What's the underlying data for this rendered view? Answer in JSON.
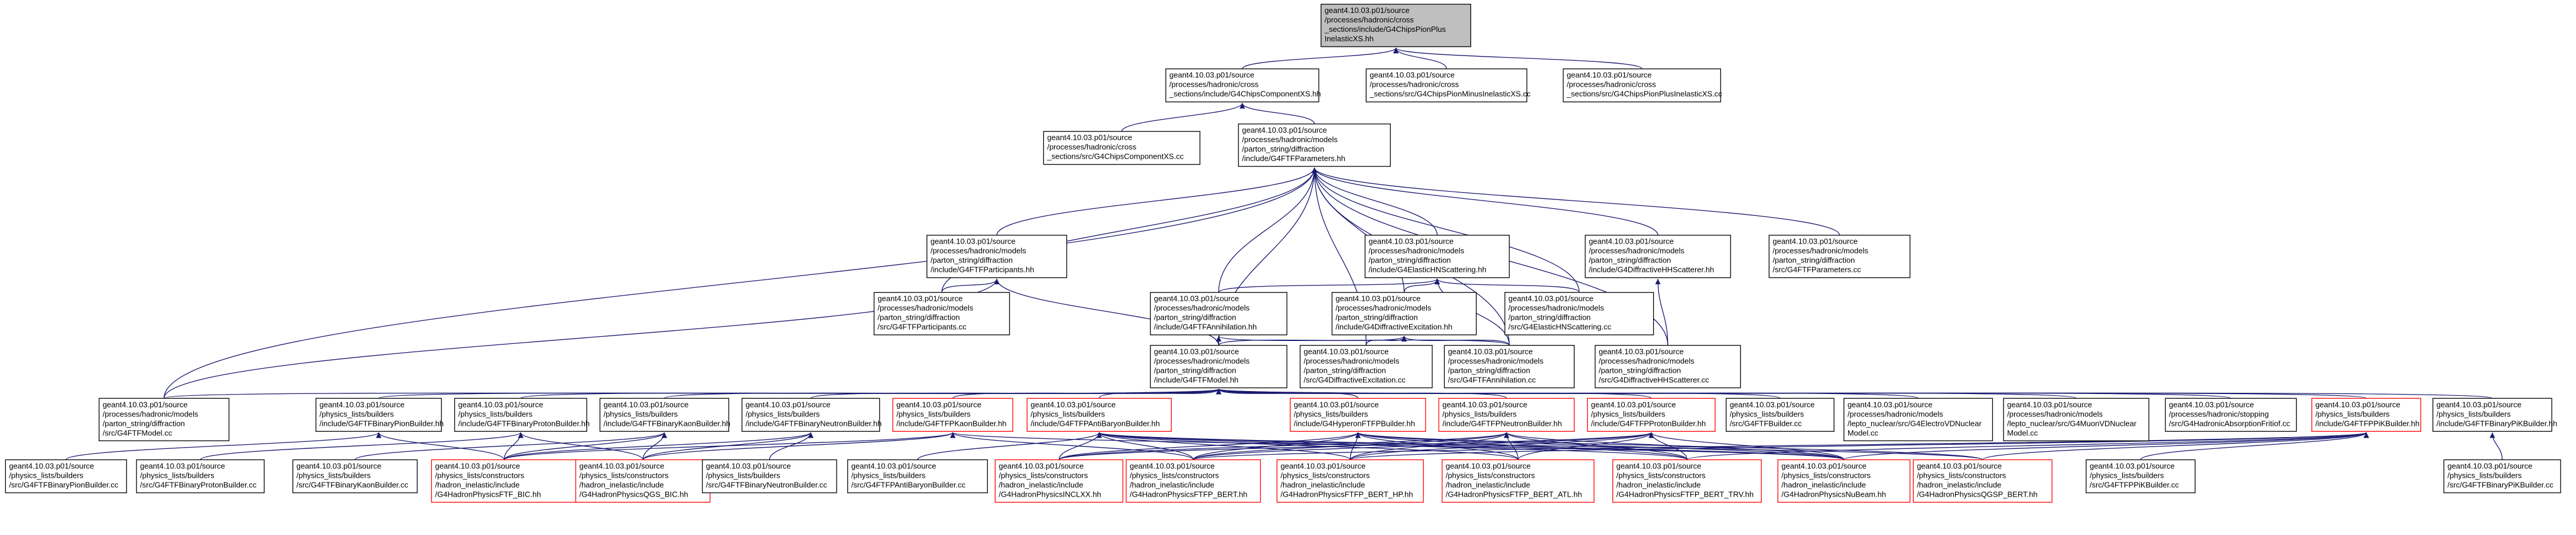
{
  "colors": {
    "edge": "#191970",
    "root_fill": "#bfbfbf",
    "red_border": "#ff0000"
  },
  "nodes": [
    {
      "id": "root",
      "style": "root",
      "lines": [
        "geant4.10.03.p01/source",
        "/processes/hadronic/cross",
        "_sections/include/G4ChipsPionPlus",
        "InelasticXS.hh"
      ]
    },
    {
      "id": "chipsComp_hh",
      "lines": [
        "geant4.10.03.p01/source",
        "/processes/hadronic/cross",
        "_sections/include/G4ChipsComponentXS.hh"
      ]
    },
    {
      "id": "chipsPionMinus_cc",
      "lines": [
        "geant4.10.03.p01/source",
        "/processes/hadronic/cross",
        "_sections/src/G4ChipsPionMinusInelasticXS.cc"
      ]
    },
    {
      "id": "chipsPionPlus_cc",
      "lines": [
        "geant4.10.03.p01/source",
        "/processes/hadronic/cross",
        "_sections/src/G4ChipsPionPlusInelasticXS.cc"
      ]
    },
    {
      "id": "chipsComp_cc",
      "lines": [
        "geant4.10.03.p01/source",
        "/processes/hadronic/cross",
        "_sections/src/G4ChipsComponentXS.cc"
      ]
    },
    {
      "id": "ftfParams_hh",
      "lines": [
        "geant4.10.03.p01/source",
        "/processes/hadronic/models",
        "/parton_string/diffraction",
        "/include/G4FTFParameters.hh"
      ]
    },
    {
      "id": "ftfParticipants_hh",
      "lines": [
        "geant4.10.03.p01/source",
        "/processes/hadronic/models",
        "/parton_string/diffraction",
        "/include/G4FTFParticipants.hh"
      ]
    },
    {
      "id": "elasticHN_hh",
      "lines": [
        "geant4.10.03.p01/source",
        "/processes/hadronic/models",
        "/parton_string/diffraction",
        "/include/G4ElasticHNScattering.hh"
      ]
    },
    {
      "id": "diffHH_hh",
      "lines": [
        "geant4.10.03.p01/source",
        "/processes/hadronic/models",
        "/parton_string/diffraction",
        "/include/G4DiffractiveHHScatterer.hh"
      ]
    },
    {
      "id": "ftfParams_cc",
      "lines": [
        "geant4.10.03.p01/source",
        "/processes/hadronic/models",
        "/parton_string/diffraction",
        "/src/G4FTFParameters.cc"
      ]
    },
    {
      "id": "ftfParticipants_cc",
      "lines": [
        "geant4.10.03.p01/source",
        "/processes/hadronic/models",
        "/parton_string/diffraction",
        "/src/G4FTFParticipants.cc"
      ]
    },
    {
      "id": "ftfAnnih_hh",
      "lines": [
        "geant4.10.03.p01/source",
        "/processes/hadronic/models",
        "/parton_string/diffraction",
        "/include/G4FTFAnnihilation.hh"
      ]
    },
    {
      "id": "diffExc_hh",
      "lines": [
        "geant4.10.03.p01/source",
        "/processes/hadronic/models",
        "/parton_string/diffraction",
        "/include/G4DiffractiveExcitation.hh"
      ]
    },
    {
      "id": "elasticHN_cc",
      "lines": [
        "geant4.10.03.p01/source",
        "/processes/hadronic/models",
        "/parton_string/diffraction",
        "/src/G4ElasticHNScattering.cc"
      ]
    },
    {
      "id": "ftfModel_hh",
      "lines": [
        "geant4.10.03.p01/source",
        "/processes/hadronic/models",
        "/parton_string/diffraction",
        "/include/G4FTFModel.hh"
      ]
    },
    {
      "id": "diffExc_cc",
      "lines": [
        "geant4.10.03.p01/source",
        "/processes/hadronic/models",
        "/parton_string/diffraction",
        "/src/G4DiffractiveExcitation.cc"
      ]
    },
    {
      "id": "ftfAnnih_cc",
      "lines": [
        "geant4.10.03.p01/source",
        "/processes/hadronic/models",
        "/parton_string/diffraction",
        "/src/G4FTFAnnihilation.cc"
      ]
    },
    {
      "id": "diffHH_cc",
      "lines": [
        "geant4.10.03.p01/source",
        "/processes/hadronic/models",
        "/parton_string/diffraction",
        "/src/G4DiffractiveHHScatterer.cc"
      ]
    },
    {
      "id": "ftfModel_cc",
      "lines": [
        "geant4.10.03.p01/source",
        "/processes/hadronic/models",
        "/parton_string/diffraction",
        "/src/G4FTFModel.cc"
      ]
    },
    {
      "id": "binPion_hh",
      "lines": [
        "geant4.10.03.p01/source",
        "/physics_lists/builders",
        "/include/G4FTFBinaryPionBuilder.hh"
      ]
    },
    {
      "id": "binProton_hh",
      "lines": [
        "geant4.10.03.p01/source",
        "/physics_lists/builders",
        "/include/G4FTFBinaryProtonBuilder.hh"
      ]
    },
    {
      "id": "binKaon_hh",
      "lines": [
        "geant4.10.03.p01/source",
        "/physics_lists/builders",
        "/include/G4FTFBinaryKaonBuilder.hh"
      ]
    },
    {
      "id": "binNeutron_hh",
      "lines": [
        "geant4.10.03.p01/source",
        "/physics_lists/builders",
        "/include/G4FTFBinaryNeutronBuilder.hh"
      ]
    },
    {
      "id": "kaon_hh",
      "style": "red",
      "lines": [
        "geant4.10.03.p01/source",
        "/physics_lists/builders",
        "/include/G4FTFPKaonBuilder.hh"
      ]
    },
    {
      "id": "antiBaryon_hh",
      "style": "red",
      "lines": [
        "geant4.10.03.p01/source",
        "/physics_lists/builders",
        "/include/G4FTFPAntiBaryonBuilder.hh"
      ]
    },
    {
      "id": "hyperon_hh",
      "style": "red",
      "lines": [
        "geant4.10.03.p01/source",
        "/physics_lists/builders",
        "/include/G4HyperonFTFPBuilder.hh"
      ]
    },
    {
      "id": "neutron_hh",
      "style": "red",
      "lines": [
        "geant4.10.03.p01/source",
        "/physics_lists/builders",
        "/include/G4FTFPNeutronBuilder.hh"
      ]
    },
    {
      "id": "proton_hh",
      "style": "red",
      "lines": [
        "geant4.10.03.p01/source",
        "/physics_lists/builders",
        "/include/G4FTFPProtonBuilder.hh"
      ]
    },
    {
      "id": "ftfBuilder_cc",
      "lines": [
        "geant4.10.03.p01/source",
        "/physics_lists/builders",
        "/src/G4FTFBuilder.cc"
      ]
    },
    {
      "id": "electroVD_cc",
      "lines": [
        "geant4.10.03.p01/source",
        "/processes/hadronic/models",
        "/lepto_nuclear/src/G4ElectroVDNuclear",
        "Model.cc"
      ]
    },
    {
      "id": "muonVD_cc",
      "lines": [
        "geant4.10.03.p01/source",
        "/processes/hadronic/models",
        "/lepto_nuclear/src/G4MuonVDNuclear",
        "Model.cc"
      ]
    },
    {
      "id": "absFritiof_cc",
      "lines": [
        "geant4.10.03.p01/source",
        "/processes/hadronic/stopping",
        "/src/G4HadronicAbsorptionFritiof.cc"
      ]
    },
    {
      "id": "pik_hh",
      "style": "red",
      "lines": [
        "geant4.10.03.p01/source",
        "/physics_lists/builders",
        "/include/G4FTFPPiKBuilder.hh"
      ]
    },
    {
      "id": "binPiK_hh",
      "lines": [
        "geant4.10.03.p01/source",
        "/physics_lists/builders",
        "/include/G4FTFBinaryPiKBuilder.hh"
      ]
    },
    {
      "id": "binPion_cc",
      "lines": [
        "geant4.10.03.p01/source",
        "/physics_lists/builders",
        "/src/G4FTFBinaryPionBuilder.cc"
      ]
    },
    {
      "id": "binProton_cc",
      "lines": [
        "geant4.10.03.p01/source",
        "/physics_lists/builders",
        "/src/G4FTFBinaryProtonBuilder.cc"
      ]
    },
    {
      "id": "bic_hh",
      "style": "red",
      "lines": [
        "geant4.10.03.p01/source",
        "/physics_lists/constructors",
        "/hadron_inelastic/include",
        "/G4HadronPhysicsFTF_BIC.hh"
      ]
    },
    {
      "id": "binKaon_cc",
      "lines": [
        "geant4.10.03.p01/source",
        "/physics_lists/builders",
        "/src/G4FTFBinaryKaonBuilder.cc"
      ]
    },
    {
      "id": "qgsbic_hh",
      "style": "red",
      "lines": [
        "geant4.10.03.p01/source",
        "/physics_lists/constructors",
        "/hadron_inelastic/include",
        "/G4HadronPhysicsQGS_BIC.hh"
      ]
    },
    {
      "id": "binNeutron_cc",
      "lines": [
        "geant4.10.03.p01/source",
        "/physics_lists/builders",
        "/src/G4FTFBinaryNeutronBuilder.cc"
      ]
    },
    {
      "id": "antiBaryon_cc",
      "lines": [
        "geant4.10.03.p01/source",
        "/physics_lists/builders",
        "/src/G4FTFPAntiBaryonBuilder.cc"
      ]
    },
    {
      "id": "inclxx_hh",
      "style": "red",
      "lines": [
        "geant4.10.03.p01/source",
        "/physics_lists/constructors",
        "/hadron_inelastic/include",
        "/G4HadronPhysicsINCLXX.hh"
      ]
    },
    {
      "id": "ftfpbert_hh",
      "style": "red",
      "lines": [
        "geant4.10.03.p01/source",
        "/physics_lists/constructors",
        "/hadron_inelastic/include",
        "/G4HadronPhysicsFTFP_BERT.hh"
      ]
    },
    {
      "id": "bert_hp_hh",
      "style": "red",
      "lines": [
        "geant4.10.03.p01/source",
        "/physics_lists/constructors",
        "/hadron_inelastic/include",
        "/G4HadronPhysicsFTFP_BERT_HP.hh"
      ]
    },
    {
      "id": "bert_atl_hh",
      "style": "red",
      "lines": [
        "geant4.10.03.p01/source",
        "/physics_lists/constructors",
        "/hadron_inelastic/include",
        "/G4HadronPhysicsFTFP_BERT_ATL.hh"
      ]
    },
    {
      "id": "bert_trv_hh",
      "style": "red",
      "lines": [
        "geant4.10.03.p01/source",
        "/physics_lists/constructors",
        "/hadron_inelastic/include",
        "/G4HadronPhysicsFTFP_BERT_TRV.hh"
      ]
    },
    {
      "id": "nubeam_hh",
      "style": "red",
      "lines": [
        "geant4.10.03.p01/source",
        "/physics_lists/constructors",
        "/hadron_inelastic/include",
        "/G4HadronPhysicsNuBeam.hh"
      ]
    },
    {
      "id": "qgsp_bert_hh",
      "style": "red",
      "lines": [
        "geant4.10.03.p01/source",
        "/physics_lists/constructors",
        "/hadron_inelastic/include",
        "/G4HadronPhysicsQGSP_BERT.hh"
      ]
    },
    {
      "id": "pik_cc",
      "lines": [
        "geant4.10.03.p01/source",
        "/physics_lists/builders",
        "/src/G4FTFPPiKBuilder.cc"
      ]
    },
    {
      "id": "binPiK_cc",
      "lines": [
        "geant4.10.03.p01/source",
        "/physics_lists/builders",
        "/src/G4FTFBinaryPiKBuilder.cc"
      ]
    }
  ],
  "edges": [
    [
      "chipsComp_hh",
      "root"
    ],
    [
      "chipsPionMinus_cc",
      "root"
    ],
    [
      "chipsPionPlus_cc",
      "root"
    ],
    [
      "chipsComp_cc",
      "chipsComp_hh"
    ],
    [
      "ftfParams_hh",
      "chipsComp_hh"
    ],
    [
      "ftfParticipants_hh",
      "ftfParams_hh"
    ],
    [
      "elasticHN_hh",
      "ftfParams_hh"
    ],
    [
      "diffHH_hh",
      "ftfParams_hh"
    ],
    [
      "ftfParams_cc",
      "ftfParams_hh"
    ],
    [
      "ftfParticipants_cc",
      "ftfParams_hh"
    ],
    [
      "ftfAnnih_hh",
      "ftfParams_hh"
    ],
    [
      "diffExc_hh",
      "ftfParams_hh"
    ],
    [
      "elasticHN_cc",
      "ftfParams_hh"
    ],
    [
      "ftfModel_hh",
      "ftfParams_hh"
    ],
    [
      "ftfAnnih_cc",
      "ftfParams_hh"
    ],
    [
      "diffHH_cc",
      "ftfParams_hh"
    ],
    [
      "ftfModel_cc",
      "ftfParams_hh"
    ],
    [
      "diffExc_cc",
      "ftfParams_hh"
    ],
    [
      "ftfParticipants_cc",
      "ftfParticipants_hh"
    ],
    [
      "ftfModel_hh",
      "ftfParticipants_hh"
    ],
    [
      "ftfModel_cc",
      "ftfParticipants_hh"
    ],
    [
      "ftfAnnih_hh",
      "elasticHN_hh"
    ],
    [
      "diffExc_hh",
      "elasticHN_hh"
    ],
    [
      "elasticHN_cc",
      "elasticHN_hh"
    ],
    [
      "ftfAnnih_cc",
      "elasticHN_hh"
    ],
    [
      "diffHH_cc",
      "diffHH_hh"
    ],
    [
      "ftfModel_hh",
      "ftfAnnih_hh"
    ],
    [
      "ftfAnnih_cc",
      "ftfAnnih_hh"
    ],
    [
      "ftfModel_hh",
      "diffExc_hh"
    ],
    [
      "diffExc_cc",
      "diffExc_hh"
    ],
    [
      "ftfAnnih_cc",
      "diffExc_hh"
    ],
    [
      "ftfModel_cc",
      "ftfModel_hh"
    ],
    [
      "binPion_hh",
      "ftfModel_hh"
    ],
    [
      "binProton_hh",
      "ftfModel_hh"
    ],
    [
      "binKaon_hh",
      "ftfModel_hh"
    ],
    [
      "binNeutron_hh",
      "ftfModel_hh"
    ],
    [
      "kaon_hh",
      "ftfModel_hh"
    ],
    [
      "antiBaryon_hh",
      "ftfModel_hh"
    ],
    [
      "hyperon_hh",
      "ftfModel_hh"
    ],
    [
      "neutron_hh",
      "ftfModel_hh"
    ],
    [
      "proton_hh",
      "ftfModel_hh"
    ],
    [
      "ftfBuilder_cc",
      "ftfModel_hh"
    ],
    [
      "electroVD_cc",
      "ftfModel_hh"
    ],
    [
      "muonVD_cc",
      "ftfModel_hh"
    ],
    [
      "absFritiof_cc",
      "ftfModel_hh"
    ],
    [
      "pik_hh",
      "ftfModel_hh"
    ],
    [
      "binPiK_hh",
      "ftfModel_hh"
    ],
    [
      "binPion_cc",
      "binPion_hh"
    ],
    [
      "bic_hh",
      "binPion_hh"
    ],
    [
      "binProton_cc",
      "binProton_hh"
    ],
    [
      "bic_hh",
      "binProton_hh"
    ],
    [
      "qgsbic_hh",
      "binProton_hh"
    ],
    [
      "binKaon_cc",
      "binKaon_hh"
    ],
    [
      "bic_hh",
      "binKaon_hh"
    ],
    [
      "qgsbic_hh",
      "binKaon_hh"
    ],
    [
      "binNeutron_cc",
      "binNeutron_hh"
    ],
    [
      "bic_hh",
      "binNeutron_hh"
    ],
    [
      "qgsbic_hh",
      "binNeutron_hh"
    ],
    [
      "bic_hh",
      "kaon_hh"
    ],
    [
      "qgsbic_hh",
      "kaon_hh"
    ],
    [
      "ftfpbert_hh",
      "kaon_hh"
    ],
    [
      "nubeam_hh",
      "kaon_hh"
    ],
    [
      "antiBaryon_cc",
      "antiBaryon_hh"
    ],
    [
      "inclxx_hh",
      "antiBaryon_hh"
    ],
    [
      "ftfpbert_hh",
      "antiBaryon_hh"
    ],
    [
      "bert_hp_hh",
      "antiBaryon_hh"
    ],
    [
      "bert_atl_hh",
      "antiBaryon_hh"
    ],
    [
      "bert_trv_hh",
      "antiBaryon_hh"
    ],
    [
      "nubeam_hh",
      "antiBaryon_hh"
    ],
    [
      "qgsp_bert_hh",
      "antiBaryon_hh"
    ],
    [
      "inclxx_hh",
      "hyperon_hh"
    ],
    [
      "ftfpbert_hh",
      "hyperon_hh"
    ],
    [
      "bert_hp_hh",
      "hyperon_hh"
    ],
    [
      "bert_atl_hh",
      "hyperon_hh"
    ],
    [
      "bert_trv_hh",
      "hyperon_hh"
    ],
    [
      "nubeam_hh",
      "hyperon_hh"
    ],
    [
      "qgsp_bert_hh",
      "hyperon_hh"
    ],
    [
      "inclxx_hh",
      "neutron_hh"
    ],
    [
      "ftfpbert_hh",
      "neutron_hh"
    ],
    [
      "bert_hp_hh",
      "neutron_hh"
    ],
    [
      "bert_atl_hh",
      "neutron_hh"
    ],
    [
      "bert_trv_hh",
      "neutron_hh"
    ],
    [
      "nubeam_hh",
      "neutron_hh"
    ],
    [
      "inclxx_hh",
      "proton_hh"
    ],
    [
      "ftfpbert_hh",
      "proton_hh"
    ],
    [
      "bert_hp_hh",
      "proton_hh"
    ],
    [
      "bert_atl_hh",
      "proton_hh"
    ],
    [
      "bert_trv_hh",
      "proton_hh"
    ],
    [
      "nubeam_hh",
      "proton_hh"
    ],
    [
      "pik_cc",
      "pik_hh"
    ],
    [
      "ftfpbert_hh",
      "pik_hh"
    ],
    [
      "bert_hp_hh",
      "pik_hh"
    ],
    [
      "bert_trv_hh",
      "pik_hh"
    ],
    [
      "nubeam_hh",
      "pik_hh"
    ],
    [
      "qgsp_bert_hh",
      "pik_hh"
    ],
    [
      "binPiK_cc",
      "binPiK_hh"
    ]
  ]
}
